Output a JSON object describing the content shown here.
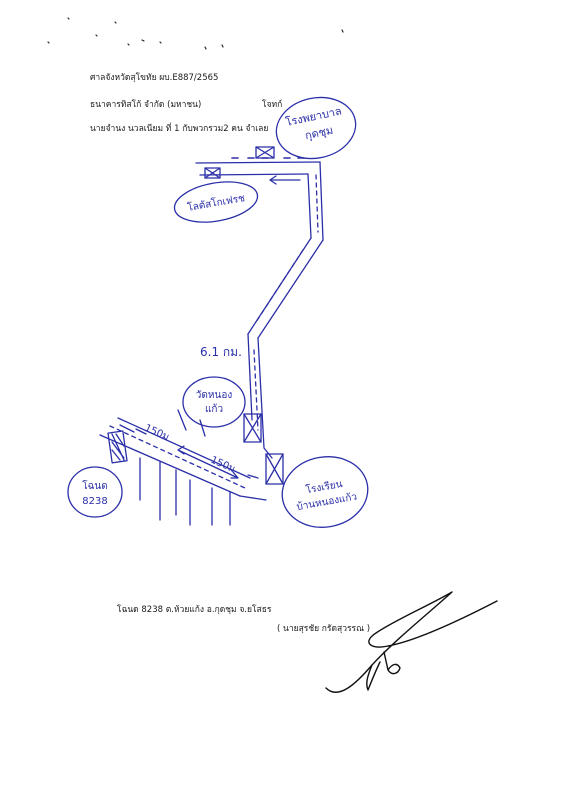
{
  "header": {
    "court_case": "ศาลจังหวัดสุโขทัย ผบ.E887/2565",
    "plaintiff": "ธนาคารทิสโก้ จำกัด (มหาชน)",
    "plaintiff_role": "โจทก์",
    "defendant": "นายจำนง นวลเนียม ที่ 1 กับพวกรวม2 คน จำเลย"
  },
  "sketch": {
    "landmarks": [
      {
        "label": "โรงพยาบาลกุดชุม"
      },
      {
        "label": "โลตัสโกเฟรช"
      },
      {
        "label": "วัดหนองแก้ว"
      },
      {
        "label": "โรงเรียนบ้านหนองแก้ว"
      },
      {
        "label": "โฉนด 8238"
      }
    ],
    "distance_main": "6.1 กม.",
    "distance_side": "150ม",
    "distance_mid": "150ม"
  },
  "footer": {
    "land_info": "โฉนด 8238 ต.ห้วยแก้ง อ.กุดชุม  จ.ยโสธร",
    "signer": "( นายสุรชัย กรัดสุวรรณ )"
  },
  "colors": {
    "ink": "#2b2fa8",
    "print": "#1a1a1a"
  }
}
